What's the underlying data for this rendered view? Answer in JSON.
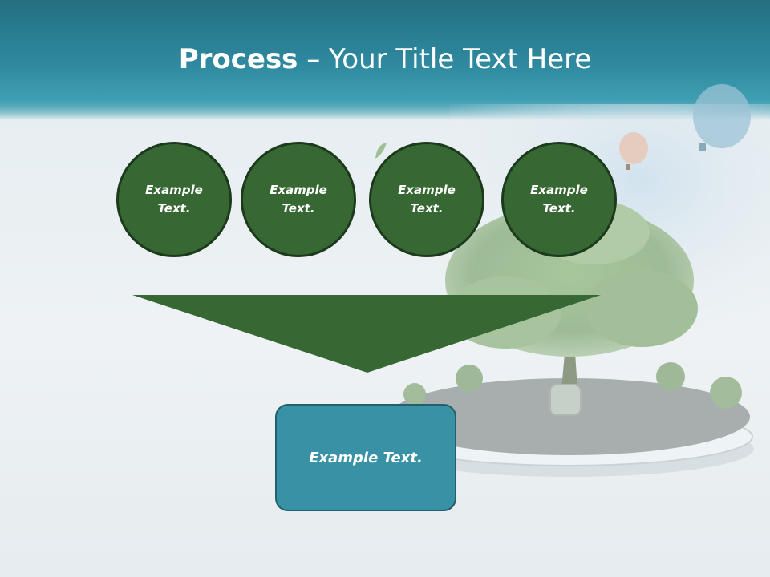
{
  "slide": {
    "title_strong": "Process",
    "title_rest": " – Your Title Text Here"
  },
  "process": {
    "steps": [
      {
        "line1": "Example",
        "line2": "Text."
      },
      {
        "line1": "Example",
        "line2": "Text."
      },
      {
        "line1": "Example",
        "line2": "Text."
      },
      {
        "line1": "Example",
        "line2": "Text."
      }
    ],
    "result": "Example Text."
  },
  "colors": {
    "header": "#2f8aa0",
    "step_fill": "#376834",
    "step_border": "#1c3a1c",
    "arrow_fill": "#376834",
    "result_fill": "#3891a4",
    "result_border": "#23606e"
  }
}
